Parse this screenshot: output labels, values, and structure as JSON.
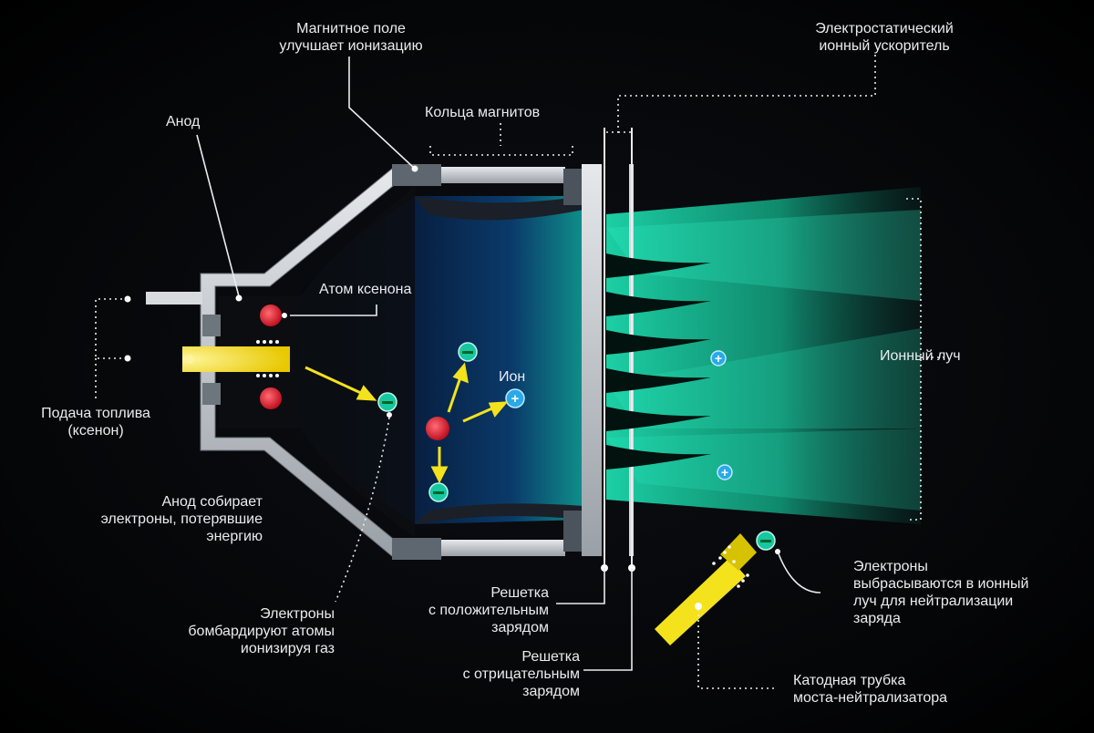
{
  "colors": {
    "background": "#000000",
    "beam": "#19e3b1",
    "chamber": "#0a2a55",
    "wall": "#c9cdd2",
    "fuel": "#f4e21c",
    "xenon_atom": "#e0283a",
    "electron": "#16c7a2",
    "ion": "#2aa9e8",
    "arrow": "#f4e21c"
  },
  "icons": {
    "electron_symbol": "minus-circle-icon",
    "ion_symbol": "plus-circle-icon"
  },
  "labels": {
    "magnetic_field": [
      "Магнитное поле",
      "улучшает ионизацию"
    ],
    "accelerator": [
      "Электростатический",
      "ионный ускоритель"
    ],
    "anode": "Анод",
    "magnet_rings": "Кольца магнитов",
    "xenon_atom": "Атом ксенона",
    "ion": "Ион",
    "ion_beam": "Ионный луч",
    "fuel_supply": [
      "Подача топлива",
      "(ксенон)"
    ],
    "anode_collects": [
      "Анод собирает",
      "электроны, потерявшие",
      "энергию"
    ],
    "electrons_bombard": [
      "Электроны",
      "бомбардируют атомы",
      "ионизируя газ"
    ],
    "positive_grid": [
      "Решетка",
      "с положительным",
      "зарядом"
    ],
    "negative_grid": [
      "Решетка",
      "с отрицательным",
      "зарядом"
    ],
    "electrons_ejected": [
      "Электроны",
      "выбрасываются в ионный",
      "луч для нейтрализации",
      "заряда"
    ],
    "cathode": [
      "Катодная трубка",
      "моста-нейтрализатора"
    ]
  }
}
